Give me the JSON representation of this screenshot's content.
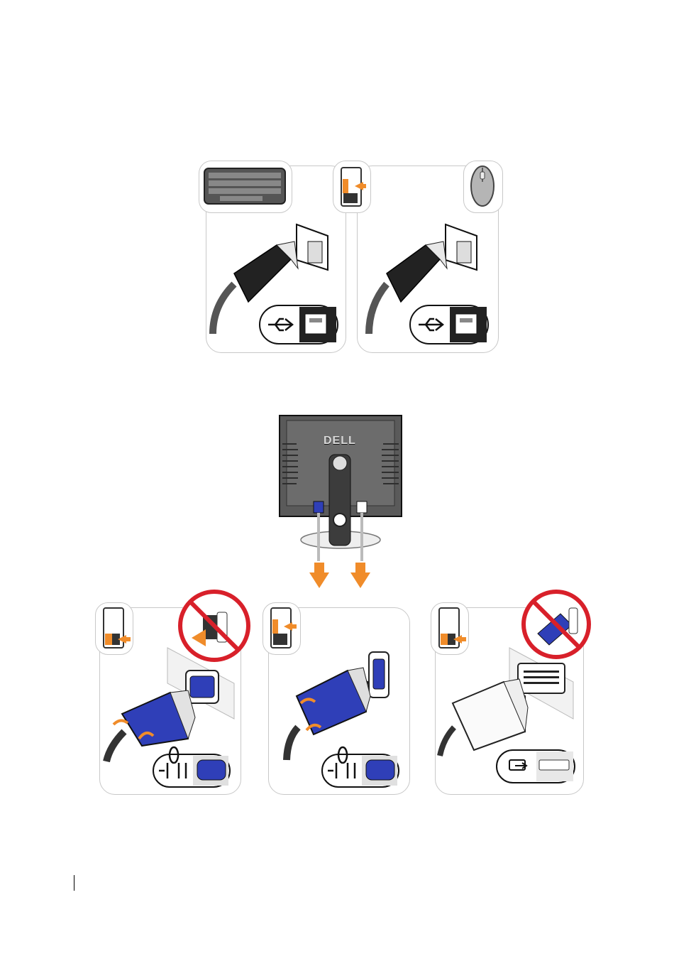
{
  "page": {
    "illustration_keyboard_mouse": "usb-keyboard-and-mouse-connection-illustration",
    "illustration_monitor": "monitor-video-connection-illustration"
  },
  "monitor": {
    "brand": "DELL"
  },
  "panels": {
    "keyboard": {
      "device_icon": "keyboard-icon",
      "port_icon": "usb-port-icon"
    },
    "mouse": {
      "device_icon": "mouse-icon",
      "port_icon": "usb-port-icon"
    },
    "vga_no_dvi": {
      "port_icon": "vga-port-icon",
      "prohibition": "no-symbol-icon"
    },
    "vga": {
      "port_icon": "vga-port-icon"
    },
    "dvi": {
      "port_icon": "dvi-port-icon",
      "prohibition": "no-symbol-icon"
    }
  },
  "colors": {
    "accent_orange": "#f08c2a",
    "vga_blue": "#2f3fb8",
    "prohibition_red": "#d8202a",
    "panel_border": "#c8c8c8"
  }
}
